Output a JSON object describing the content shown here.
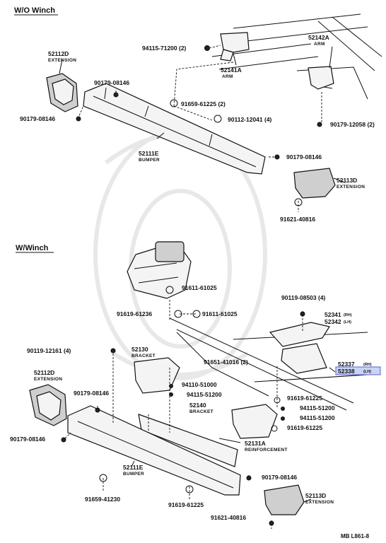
{
  "sections": {
    "without_winch": "W/O Winch",
    "with_winch": "W/Winch"
  },
  "top": {
    "p52142a": {
      "number": "52142A",
      "name": "ARM"
    },
    "p52141a": {
      "number": "52141A",
      "name": "ARM"
    },
    "p52112d": {
      "number": "52112D",
      "name": "EXTENSION"
    },
    "p52111e": {
      "number": "52111E",
      "name": "BUMPER"
    },
    "p52113d": {
      "number": "52113D",
      "name": "EXTENSION"
    },
    "c94115_71200": "94115-71200 (2)",
    "c90179_08146_a": "90179-08146",
    "c90179_08146_b": "90179-08146",
    "c91659_61225": "91659-61225 (2)",
    "c90112_12041": "90112-12041 (4)",
    "c90179_12058": "90179-12058 (2)",
    "c90179_08146_c": "90179-08146",
    "c91621_40816": "91621-40816"
  },
  "bottom": {
    "c91611_61025_a": "91611-61025",
    "c91619_61236": "91619-61236",
    "c91611_61025_b": "91611-61025",
    "c90119_08503": "90119-08503 (4)",
    "p52341": {
      "number": "52341",
      "side": "(RH)"
    },
    "p52342": {
      "number": "52342",
      "side": "(LH)"
    },
    "c90119_12161": "90119-12161 (4)",
    "p52130": {
      "number": "52130",
      "name": "BRACKET"
    },
    "c91651_41016": "91651-41016 (2)",
    "p52337": {
      "number": "52337",
      "side": "(RH)"
    },
    "p52338": {
      "number": "52338",
      "side": "(LH)"
    },
    "p52112d": {
      "number": "52112D",
      "name": "EXTENSION"
    },
    "c94110_51000": "94110-51000",
    "c94115_51200_a": "94115-51200",
    "c91619_61225_a": "91619-61225",
    "c94115_51200_b": "94115-51200",
    "p52140": {
      "number": "52140",
      "name": "BRACKET"
    },
    "c94115_51200_c": "94115-51200",
    "c91619_61225_b": "91619-61225",
    "c90179_08146_a": "90179-08146",
    "c90179_08146_b": "90179-08146",
    "p52131a": {
      "number": "52131A",
      "name": "REINFORCEMENT"
    },
    "p52111e": {
      "number": "52111E",
      "name": "BUMPER"
    },
    "c90179_08146_c": "90179-08146",
    "c91659_41230": "91659-41230",
    "c91619_61225_c": "91619-61225",
    "p52113d": {
      "number": "52113D",
      "name": "EXTENSION"
    },
    "c91621_40816": "91621-40816"
  },
  "footer": "MB  L861-8",
  "colors": {
    "highlight": "#c9d3f5",
    "ink": "#111111",
    "watermark": "#e8e8e8"
  }
}
